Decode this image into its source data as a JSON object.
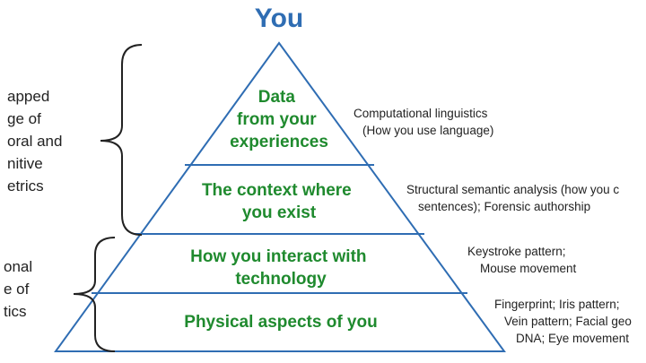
{
  "title": "You",
  "tiers": [
    {
      "lines": [
        "Data",
        "from your",
        "experiences"
      ],
      "technique_lines": [
        "Computational linguistics",
        "(How you use language)"
      ]
    },
    {
      "lines": [
        "The context where",
        "you exist"
      ],
      "technique_lines": [
        "Structural semantic analysis (how you c",
        "sentences); Forensic authorship"
      ]
    },
    {
      "lines": [
        "How you interact with",
        "technology"
      ],
      "technique_lines": [
        "Keystroke pattern;",
        "Mouse movement"
      ]
    },
    {
      "lines": [
        "Physical aspects of you"
      ],
      "technique_lines": [
        "Fingerprint; Iris pattern;",
        "Vein pattern; Facial geo",
        "DNA; Eye movement"
      ]
    }
  ],
  "left_labels": {
    "upper_lines": [
      "apped",
      "ge of",
      "oral and",
      "nitive",
      "etrics"
    ],
    "lower_lines": [
      "onal",
      "e of",
      "tics"
    ]
  },
  "colors": {
    "title": "#2f6db3",
    "tier_text": "#1f8a2e",
    "pyramid_outline": "#2f6db3",
    "pyramid_fill": "#ffffff",
    "text": "#222222"
  }
}
